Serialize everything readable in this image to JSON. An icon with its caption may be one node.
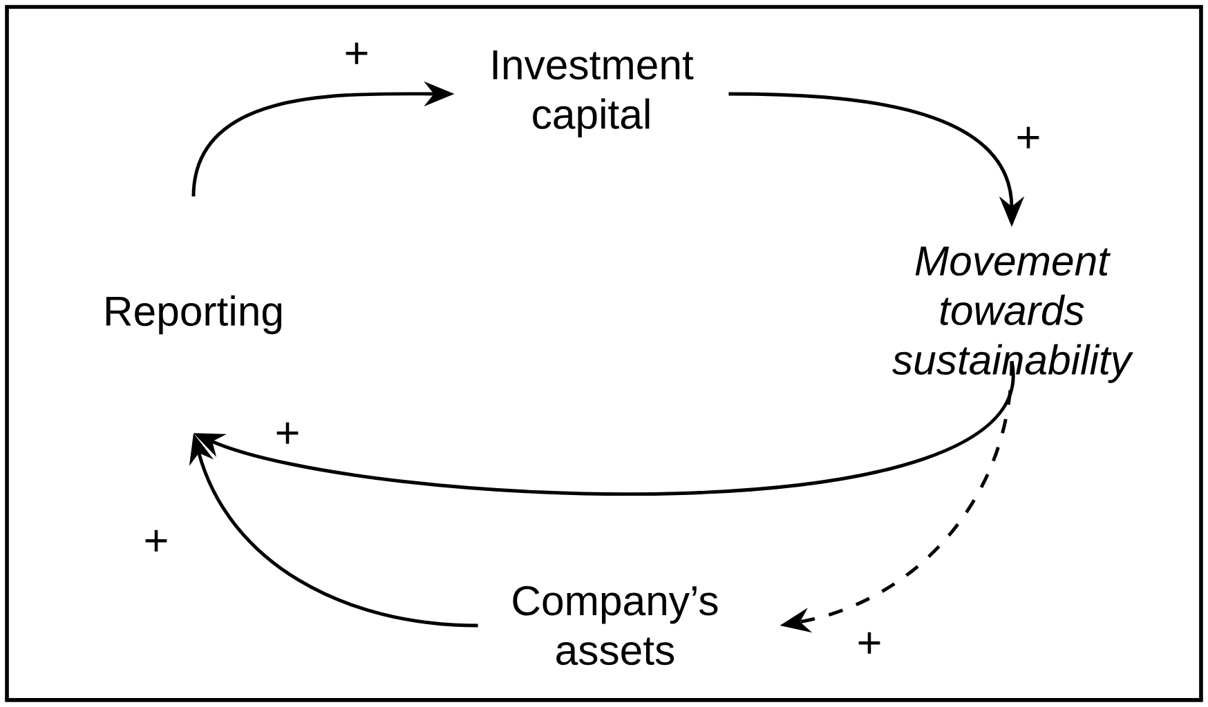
{
  "diagram": {
    "nodes": [
      {
        "text": [
          "Investment capital"
        ]
      },
      {
        "text": [
          "Movement towards sustainability"
        ]
      },
      {
        "text": [
          "Company’s assets"
        ]
      },
      {
        "text": [
          "Reporting"
        ]
      }
    ],
    "edges": [
      {
        "from": 3,
        "to": 0,
        "arrow": "to",
        "label": "+"
      },
      {
        "from": 0,
        "to": 1,
        "arrow": "to",
        "label": "+"
      },
      {
        "from": 1,
        "to": 3,
        "arrow": "to",
        "label": "+"
      },
      {
        "from": 1,
        "to": 2,
        "arrow": "to",
        "label": "+",
        "style": "dashed"
      },
      {
        "from": 2,
        "to": 3,
        "arrow": "to",
        "label": "+"
      }
    ]
  }
}
